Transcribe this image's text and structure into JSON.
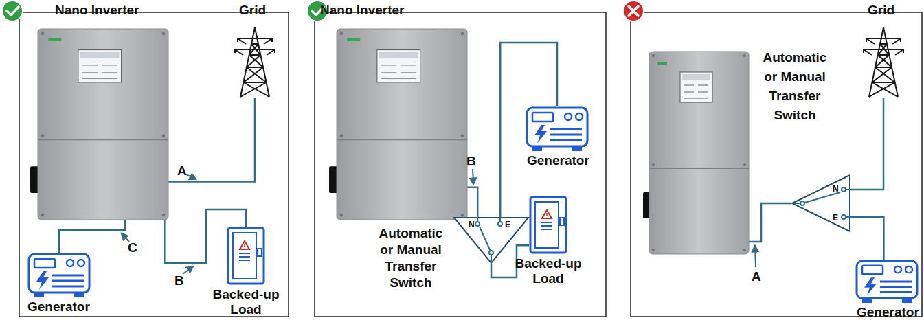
{
  "diagram": {
    "nodes": [
      {
        "text": [
          "Nano Inverter"
        ]
      },
      {
        "text": [
          "Grid"
        ]
      },
      {
        "text": [
          "Generator"
        ]
      },
      {
        "text": [
          "Backed-up Load"
        ]
      },
      {
        "text": [
          "Nano Inverter"
        ]
      },
      {
        "text": [
          "Generator"
        ]
      },
      {
        "text": [
          "Automatic or Manual Transfer Switch",
          "N",
          "E"
        ]
      },
      {
        "text": [
          "Backed-up Load"
        ]
      },
      {
        "text": [
          "Grid"
        ]
      },
      {
        "text": [
          "Automatic or Manual Transfer Switch",
          "N",
          "E"
        ]
      },
      {
        "text": [
          "Generator"
        ]
      }
    ],
    "edges": [
      {
        "from": 0,
        "to": 1,
        "label": "A",
        "arrow": "none"
      },
      {
        "from": 0,
        "to": 3,
        "label": "B",
        "arrow": "none"
      },
      {
        "from": 2,
        "to": 0,
        "label": "C",
        "arrow": "none"
      },
      {
        "from": 4,
        "to": 6,
        "label": "B",
        "arrow": "none"
      },
      {
        "from": 5,
        "to": 6,
        "arrow": "none"
      },
      {
        "from": 6,
        "to": 7,
        "arrow": "none"
      },
      {
        "from": 9,
        "to": 8,
        "arrow": "none"
      },
      {
        "from": 9,
        "to": 10,
        "arrow": "none"
      }
    ],
    "labels": [
      "A"
    ]
  }
}
